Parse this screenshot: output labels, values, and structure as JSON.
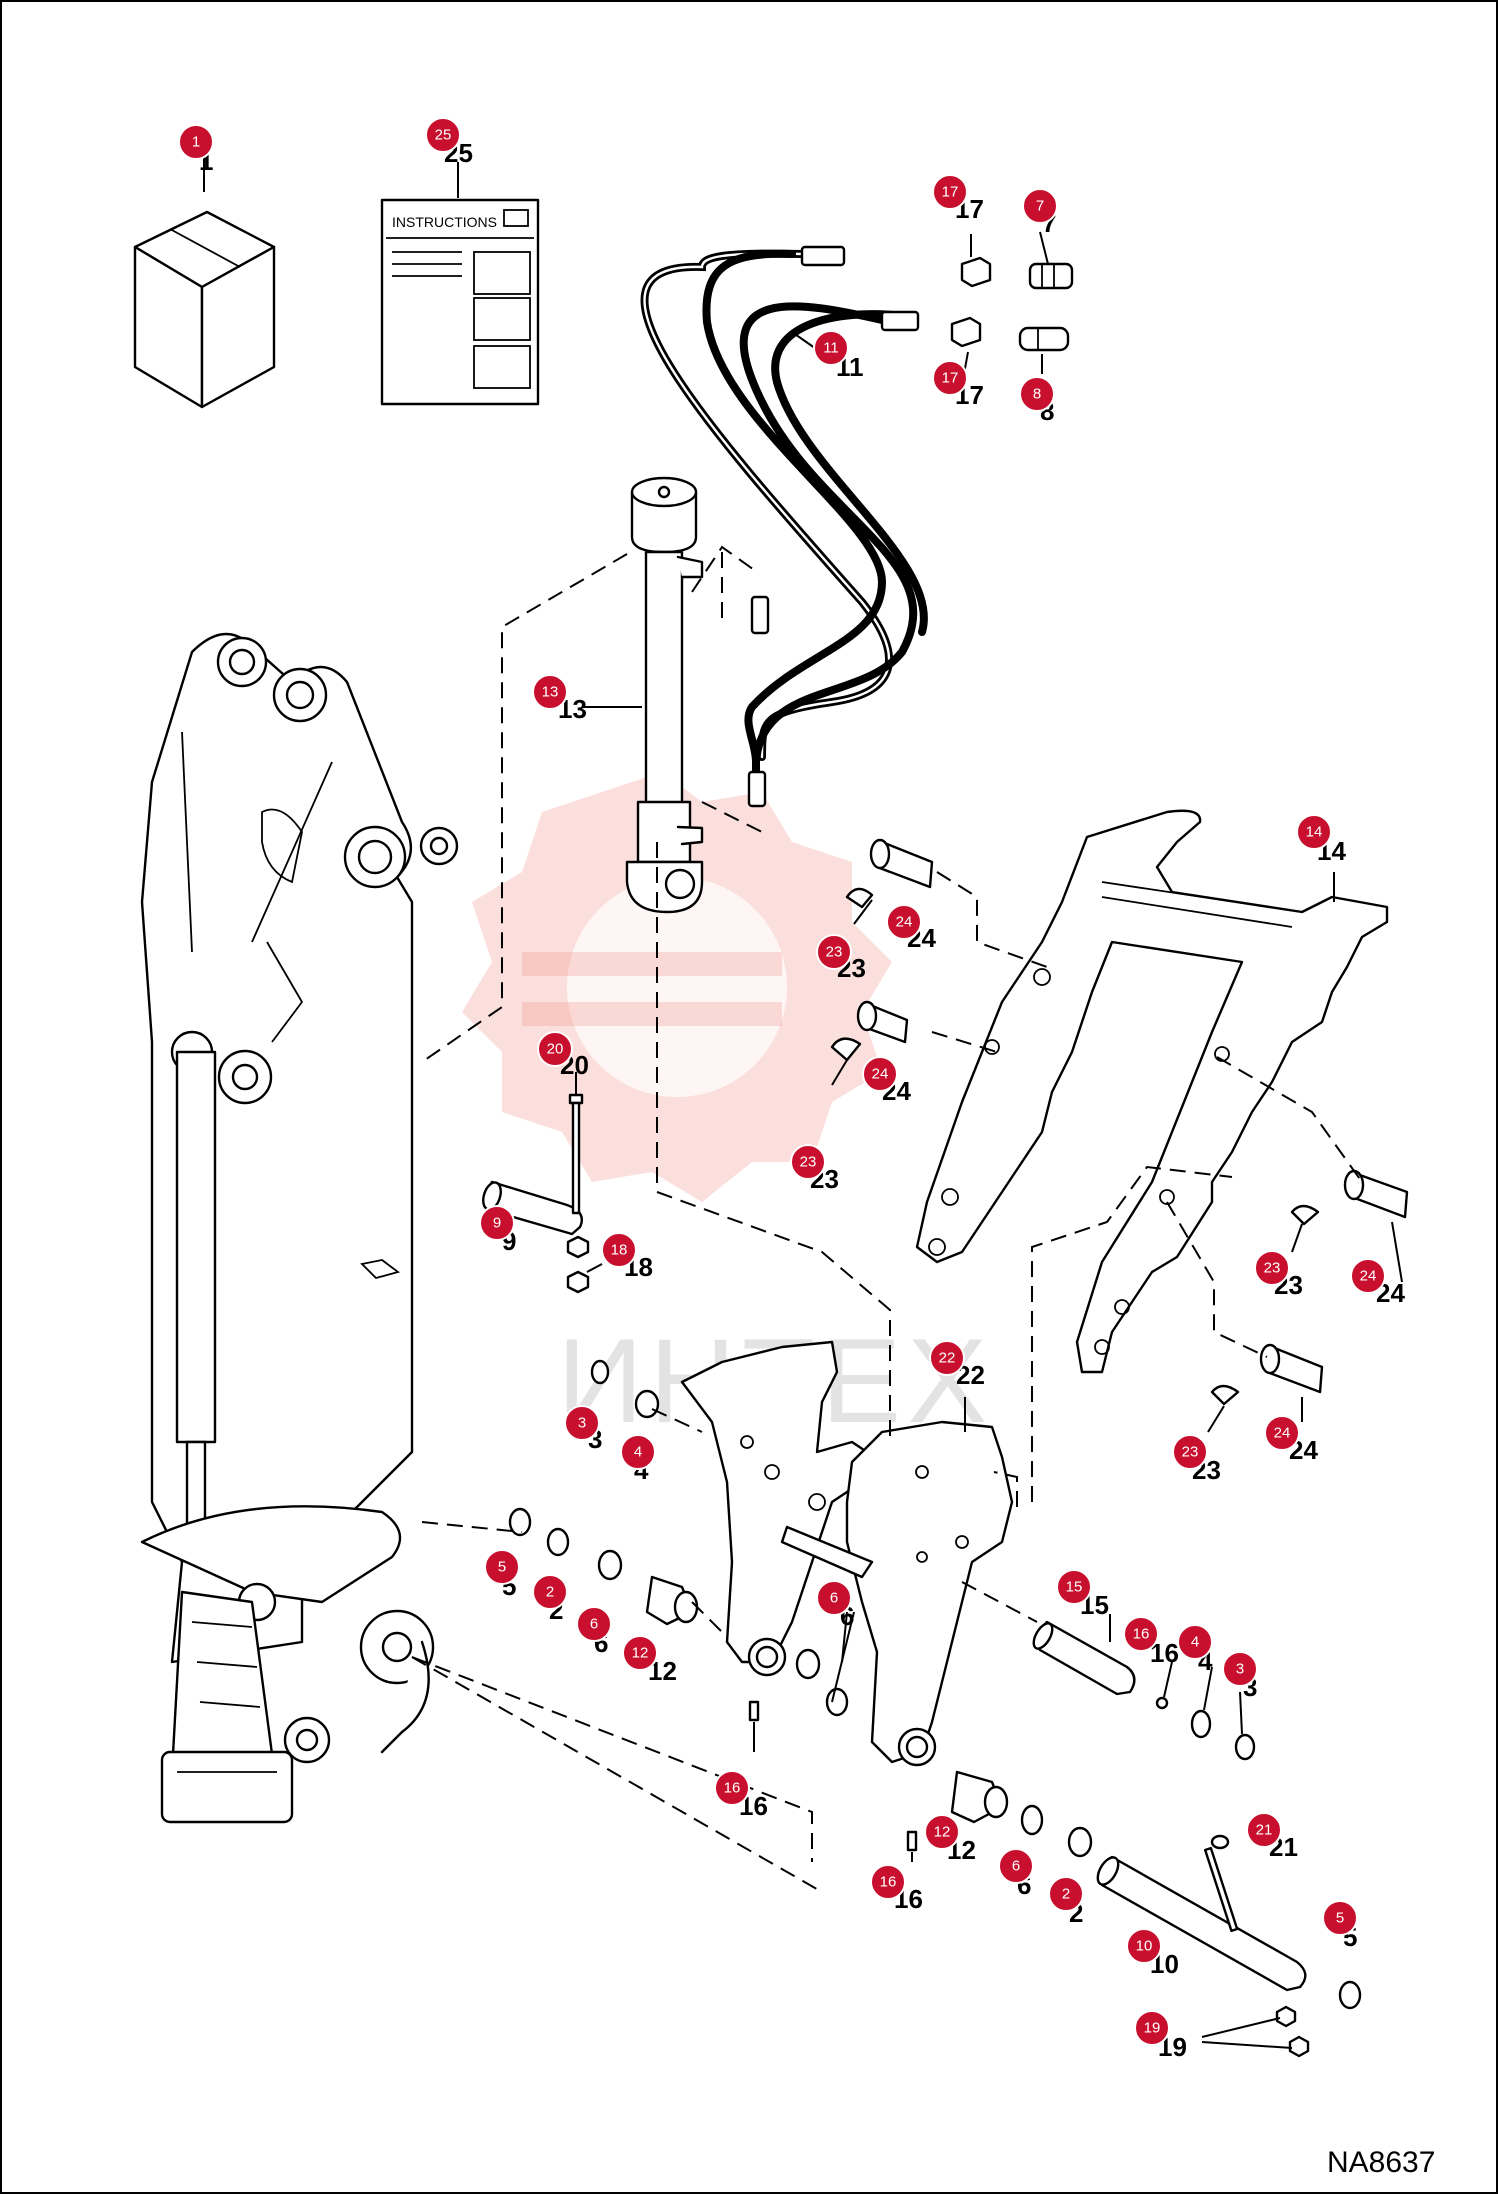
{
  "diagram": {
    "drawing_code": "NA8637",
    "instructions_label": "INSTRUCTIONS",
    "watermark_text": "ИНТЕХ",
    "badge_color": "#c8102e"
  },
  "callouts": [
    {
      "n": "1"
    },
    {
      "n": "25"
    },
    {
      "n": "17"
    },
    {
      "n": "7"
    },
    {
      "n": "11"
    },
    {
      "n": "17"
    },
    {
      "n": "8"
    },
    {
      "n": "13"
    },
    {
      "n": "14"
    },
    {
      "n": "24"
    },
    {
      "n": "23"
    },
    {
      "n": "24"
    },
    {
      "n": "23"
    },
    {
      "n": "20"
    },
    {
      "n": "9"
    },
    {
      "n": "18"
    },
    {
      "n": "24"
    },
    {
      "n": "23"
    },
    {
      "n": "23"
    },
    {
      "n": "24"
    },
    {
      "n": "22"
    },
    {
      "n": "3"
    },
    {
      "n": "4"
    },
    {
      "n": "5"
    },
    {
      "n": "2"
    },
    {
      "n": "6"
    },
    {
      "n": "12"
    },
    {
      "n": "6"
    },
    {
      "n": "15"
    },
    {
      "n": "16"
    },
    {
      "n": "4"
    },
    {
      "n": "3"
    },
    {
      "n": "16"
    },
    {
      "n": "12"
    },
    {
      "n": "6"
    },
    {
      "n": "2"
    },
    {
      "n": "16"
    },
    {
      "n": "21"
    },
    {
      "n": "5"
    },
    {
      "n": "10"
    },
    {
      "n": "19"
    }
  ]
}
